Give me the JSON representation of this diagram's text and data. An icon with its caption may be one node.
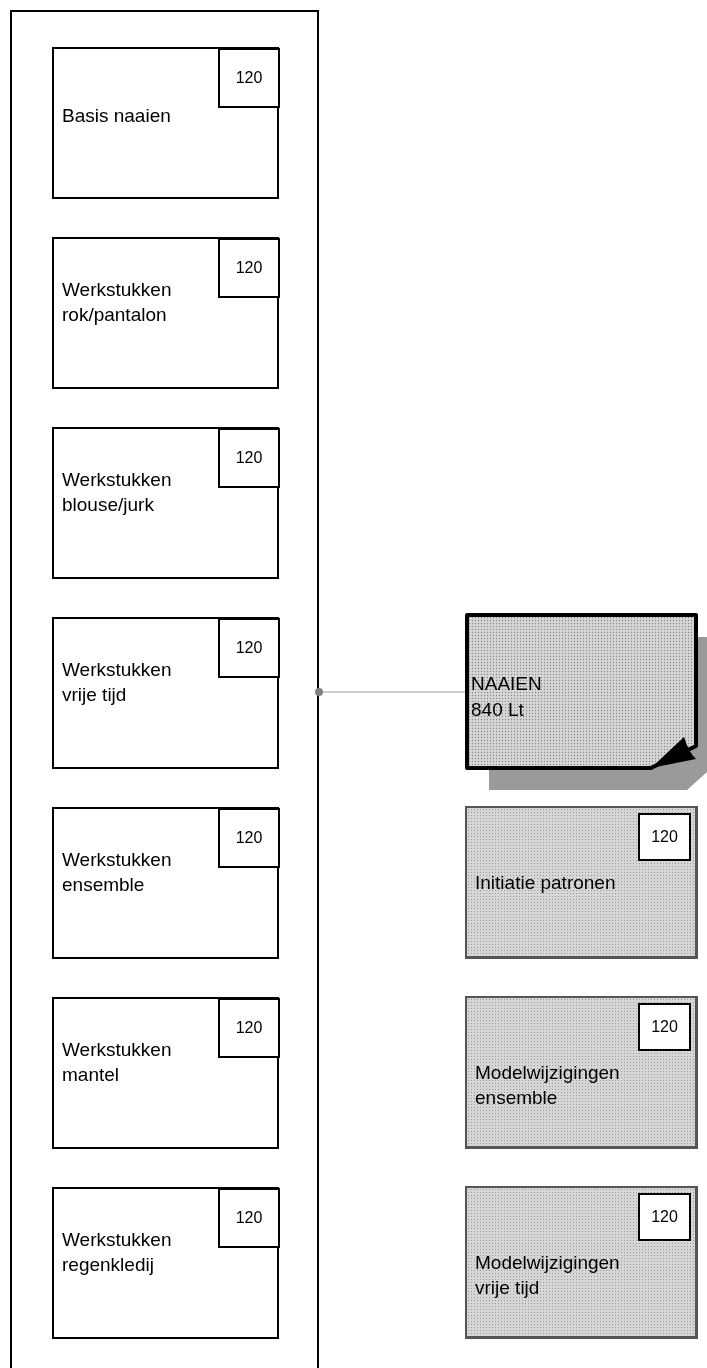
{
  "diagram": {
    "nodes": [
      {
        "text": [],
        "shape": "box"
      },
      {
        "text": [
          "Basis naaien"
        ],
        "in": 0
      },
      {
        "text": [
          "120"
        ],
        "in": 1
      },
      {
        "text": [
          "Werkstukken rok/pantalon"
        ],
        "in": 0
      },
      {
        "text": [
          "120"
        ],
        "in": 3
      },
      {
        "text": [
          "Werkstukken blouse/jurk"
        ],
        "in": 0
      },
      {
        "text": [
          "120"
        ],
        "in": 5
      },
      {
        "text": [
          "Werkstukken vrije tijd"
        ],
        "in": 0
      },
      {
        "text": [
          "120"
        ],
        "in": 7
      },
      {
        "text": [
          "Werkstukken ensemble"
        ],
        "in": 0
      },
      {
        "text": [
          "120"
        ],
        "in": 9
      },
      {
        "text": [
          "Werkstukken mantel"
        ],
        "in": 0
      },
      {
        "text": [
          "120"
        ],
        "in": 11
      },
      {
        "text": [
          "Werkstukken regenkledij"
        ],
        "in": 0
      },
      {
        "text": [
          "120"
        ],
        "in": 13
      },
      {
        "text": [
          "NAAIEN",
          "840 Lt"
        ]
      },
      {
        "text": [
          "Initiatie patronen"
        ]
      },
      {
        "text": [
          "120"
        ],
        "in": 16
      },
      {
        "text": [
          "Modelwijzigingen ensemble"
        ]
      },
      {
        "text": [
          "120"
        ],
        "in": 18
      },
      {
        "text": [
          "Modelwijzigingen vrije tijd"
        ]
      },
      {
        "text": [
          "120"
        ],
        "in": 20
      }
    ],
    "edges": [
      {
        "from": 0,
        "to": 15,
        "arrow": "other"
      }
    ]
  }
}
